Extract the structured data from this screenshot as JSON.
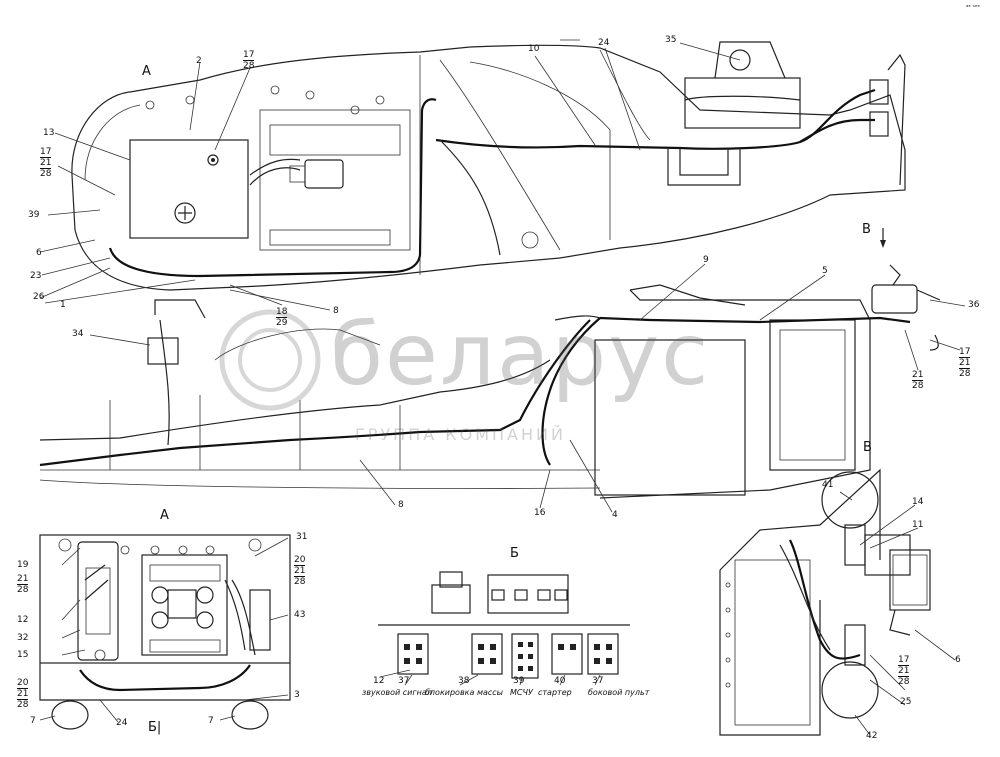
{
  "corner_mark": "ᵃᵉ ˢᵉᵉ",
  "watermark": {
    "brand": "беларус",
    "subtitle": "ГРУППА КОМПАНИЙ"
  },
  "views": {
    "a_top": "А",
    "a_bottom": "А",
    "b_top": "В",
    "b_bottom": "В",
    "b_cyr": "Б",
    "b_cyr_bottom": "Б|"
  },
  "callouts": {
    "c1": "1",
    "c2": "2",
    "c3": "3",
    "c4": "4",
    "c5": "5",
    "c6": "6",
    "c6b": "6",
    "c7a": "7",
    "c7b": "7",
    "c8a": "8",
    "c8b": "8",
    "c9": "9",
    "c10": "10",
    "c11": "11",
    "c12": "12",
    "c12b": "12",
    "c13": "13",
    "c14": "14",
    "c15": "15",
    "c16": "16",
    "c19": "19",
    "c23": "23",
    "c24": "24",
    "c24b": "24",
    "c25": "25",
    "c26": "26",
    "c31": "31",
    "c32": "32",
    "c34": "34",
    "c35": "35",
    "c36": "36",
    "c37a": "37",
    "c37b": "37",
    "c38": "38",
    "c39": "39",
    "c39b": "39",
    "c40": "40",
    "c41": "41",
    "c42": "42",
    "c43": "43"
  },
  "stacks": {
    "s1728": [
      "17",
      "28"
    ],
    "s172128_left": [
      "17",
      "21",
      "28"
    ],
    "s1829": [
      "18",
      "29"
    ],
    "s2128_right": [
      "21",
      "28"
    ],
    "s172128_right": [
      "17",
      "21",
      "28"
    ],
    "s202128_a": [
      "20",
      "21",
      "28"
    ],
    "s212128_a": [
      "21",
      "28"
    ],
    "s202128_b": [
      "20",
      "21",
      "28"
    ],
    "s172128_v": [
      "17",
      "21",
      "28"
    ]
  },
  "connector_captions": {
    "sound": "звуковой сигнал",
    "mass": "блокировка массы",
    "mscu": "МСЧУ",
    "starter": "стартер",
    "side": "боковой пульт"
  }
}
